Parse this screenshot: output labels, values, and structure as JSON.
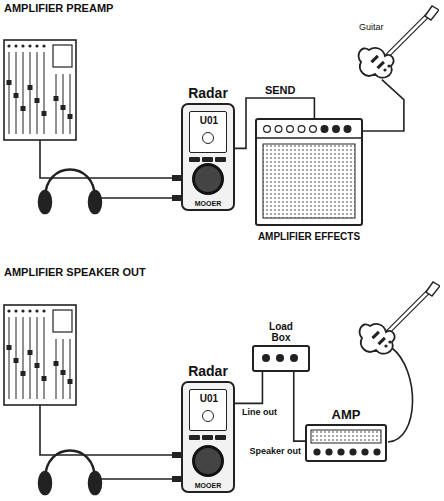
{
  "diagram": {
    "nodes": [
      {
        "text": [
          "Radar",
          "U01",
          "MOOER"
        ]
      },
      {
        "text": [
          "AMPLIFIER EFFECTS"
        ]
      },
      {
        "text": [
          "Guitar"
        ]
      },
      {
        "text": [
          "Radar",
          "U01",
          "MOOER"
        ]
      },
      {
        "text": [
          "Load Box"
        ]
      },
      {
        "text": [
          "AMP"
        ]
      }
    ],
    "edges": [
      {
        "from": 2,
        "to": 1,
        "arrow": "none"
      },
      {
        "from": 1,
        "to": 0,
        "label": "SEND",
        "arrow": "none"
      },
      {
        "from": 5,
        "to": 4,
        "label": "Speaker out",
        "arrow": "none"
      },
      {
        "from": 4,
        "to": 3,
        "label": "Line out",
        "arrow": "none"
      }
    ],
    "labels": [
      "AMPLIFIER PREAMP",
      "AMPLIFIER SPEAKER OUT"
    ]
  }
}
